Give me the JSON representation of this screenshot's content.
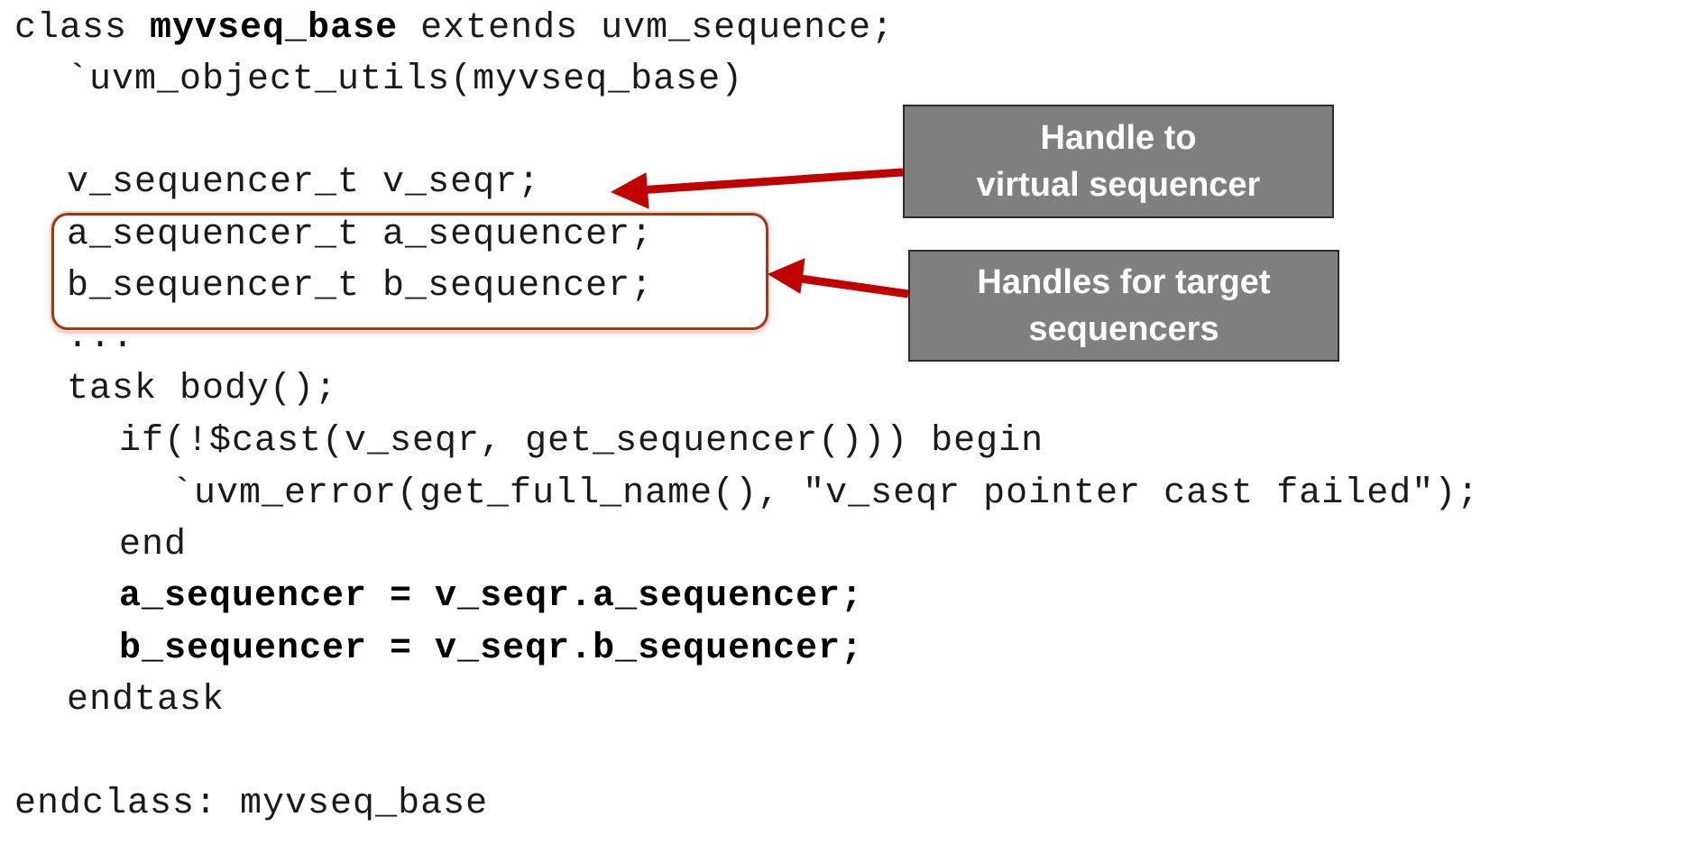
{
  "code": {
    "line1_prefix": "class ",
    "line1_name": "myvseq_base",
    "line1_suffix": " extends uvm_sequence;",
    "line2": "`uvm_object_utils(myvseq_base)",
    "line3": "v_sequencer_t v_seqr;",
    "line4": "a_sequencer_t a_sequencer;",
    "line5": "b_sequencer_t b_sequencer;",
    "line6": "...",
    "line7": "task body();",
    "line8": "if(!$cast(v_seqr, get_sequencer())) begin",
    "line9": "`uvm_error(get_full_name(), \"v_seqr pointer cast failed\");",
    "line10": "end",
    "line11": "a_sequencer = v_seqr.a_sequencer;",
    "line12": "b_sequencer = v_seqr.b_sequencer;",
    "line13": "endtask",
    "line14": "endclass: myvseq_base"
  },
  "callouts": {
    "virtual_line1": "Handle to",
    "virtual_line2": "virtual sequencer",
    "targets_line1": "Handles for target",
    "targets_line2": "sequencers"
  },
  "colors": {
    "callout_fill": "#7f7f7f",
    "arrow": "#c00000",
    "highlight_border": "#9c3a1c"
  }
}
